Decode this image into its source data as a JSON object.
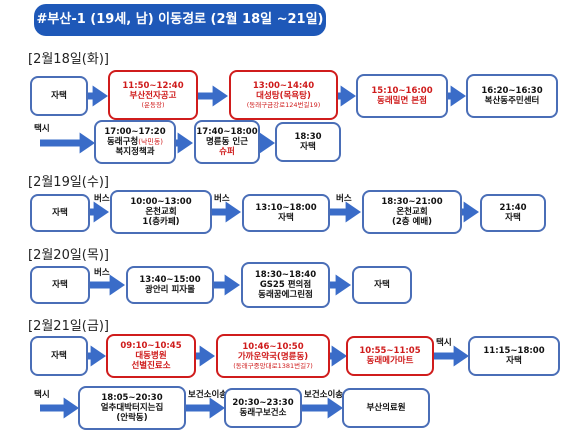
{
  "title": "#부산-1 (19세, 남) 이동경로 (2월 18일 ~21일)",
  "days": {
    "d18": "[2월18일(화)]",
    "d19": "[2월19일(수)]",
    "d20": "[2월20일(목)]",
    "d21": "[2월21일(금)]"
  },
  "d18": {
    "home": "자택",
    "b1": {
      "time": "11:50~12:40",
      "place": "부산전자공고",
      "sub": "(운동장)"
    },
    "b2": {
      "time": "13:00~14:40",
      "place": "대성탕(목욕탕)",
      "sub": "(동래구금강로124번길19)"
    },
    "b3": {
      "time": "15:10~16:00",
      "place": "동래밀면 본점"
    },
    "b4": {
      "time": "16:20~16:30",
      "place": "복산동주민센터"
    },
    "taxi": "택시",
    "b5": {
      "time": "17:00~17:20",
      "place1": "동래구청",
      "sub": "(낙민동)",
      "place2": "복지정책과"
    },
    "b6": {
      "time": "17:40~18:00",
      "place1": "명륜동 인근",
      "place2": "슈퍼"
    },
    "b7": {
      "time": "18:30",
      "place": "자택"
    }
  },
  "d19": {
    "home": "자택",
    "bus1": "버스",
    "b1": {
      "time": "10:00~13:00",
      "place": "온천교회",
      "sub": "1(층카페)"
    },
    "bus2": "버스",
    "b2": {
      "time": "13:10~18:00",
      "place": "자택"
    },
    "bus3": "버스",
    "b3": {
      "time": "18:30~21:00",
      "place": "온천교회",
      "sub": "(2층 예배)"
    },
    "b4": {
      "time": "21:40",
      "place": "자택"
    }
  },
  "d20": {
    "home": "자택",
    "bus": "버스",
    "b1": {
      "time": "13:40~15:00",
      "place": "광안리 피자몰"
    },
    "b2": {
      "time": "18:30~18:40",
      "place1": "GS25 편의점",
      "place2": "동래꿈에그린점"
    },
    "b3": {
      "place": "자택"
    }
  },
  "d21": {
    "home": "자택",
    "b1": {
      "time": "09:10~10:45",
      "place1": "대동병원",
      "place2": "선별진료소"
    },
    "b2": {
      "time": "10:46~10:50",
      "place": "가까운약국(명륜동)",
      "sub": "(동래구중앙대로1381번길7)"
    },
    "b3": {
      "time": "10:55~11:05",
      "place": "동래메가마트"
    },
    "taxi1": "택시",
    "b4": {
      "time": "11:15~18:00",
      "place": "자택"
    },
    "taxi2": "택시",
    "b5": {
      "time": "18:05~20:30",
      "place1": "얼추대박터지는집",
      "place2": "(안락동)"
    },
    "ambulance1": "보건소이송",
    "b6": {
      "time": "20:30~23:30",
      "place": "동래구보건소"
    },
    "ambulance2": "보건소이송",
    "b7": {
      "place": "부산의료원"
    }
  },
  "colors": {
    "accent": "#1e58b8",
    "box_border": "#4a6eb7",
    "highlight": "#d01c1c",
    "arrow": "#3a6cc8"
  }
}
